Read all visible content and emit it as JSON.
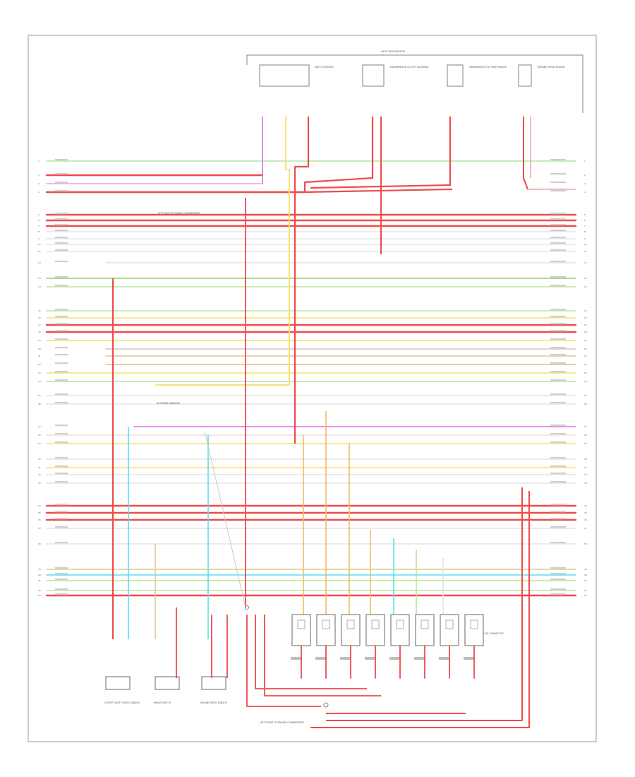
{
  "diagram": {
    "title": "",
    "top_group_label": "AXOD TRANSMISSION",
    "page_code": "",
    "palette": {
      "red": "#f04a4a",
      "light_red": "#f7a0a0",
      "pink": "#f5a0d0",
      "magenta": "#e070e0",
      "green": "#8fd35a",
      "light_green": "#b5e6a0",
      "yellow": "#f5df6a",
      "orange": "#f3b96b",
      "cyan": "#5fdde6",
      "blue": "#7aa4f0",
      "violet": "#8a7ef0",
      "gray": "#c9c9c9",
      "light_gray": "#e3e3e3",
      "tan": "#e0c896",
      "box": "#808080",
      "text": "#707070"
    },
    "top_components": [
      {
        "id": "shift-solenoid",
        "label": "SHIFT SOLENOID"
      },
      {
        "id": "tcc-solenoid",
        "label": "TRANSMISSION CLUTCH SOLENOID"
      },
      {
        "id": "oil-temp-sensor",
        "label": "TRANSMISSION OIL TEMP SENSOR"
      },
      {
        "id": "speed-sensor",
        "label": "TURBINE SPEED SENSOR"
      }
    ],
    "bottom_components": [
      {
        "id": "output-shaft-sensor",
        "label": "OUTPUT SHAFT SPEED SENSOR"
      },
      {
        "id": "brake-switch",
        "label": "BRAKE SWITCH"
      },
      {
        "id": "engine-speed-sensor",
        "label": "ENGINE SPEED SENSOR"
      }
    ],
    "labels": {
      "splice_top": "LEFT SIDE OF ENGINE COMPARTMENT",
      "splice_mid": "IN ENGINE HARNESS",
      "ground_bottom": "LEFT FRONT OF ENGINE COMPARTMENT",
      "connector_bank": "C135 CONNECTOR"
    },
    "rows": [
      {
        "pin": "1",
        "color": "light_green"
      },
      {
        "pin": "2",
        "color": "red"
      },
      {
        "pin": "3",
        "color": "pink"
      },
      {
        "pin": "4",
        "color": "red"
      },
      {
        "pin": "5",
        "color": "red"
      },
      {
        "pin": "6",
        "color": "red"
      },
      {
        "pin": "7",
        "color": "red"
      },
      {
        "pin": "8",
        "color": "light_gray"
      },
      {
        "pin": "9",
        "color": "light_gray"
      },
      {
        "pin": "10",
        "color": "light_gray"
      },
      {
        "pin": "11",
        "color": "light_gray"
      },
      {
        "pin": "12",
        "color": "light_gray"
      },
      {
        "pin": "13",
        "color": "green"
      },
      {
        "pin": "14",
        "color": "light_green"
      },
      {
        "pin": "15",
        "color": "light_green"
      },
      {
        "pin": "16",
        "color": "yellow"
      },
      {
        "pin": "17",
        "color": "red"
      },
      {
        "pin": "18",
        "color": "red"
      },
      {
        "pin": "19",
        "color": "yellow"
      },
      {
        "pin": "20",
        "color": "gray"
      },
      {
        "pin": "21",
        "color": "tan"
      },
      {
        "pin": "22",
        "color": "orange"
      },
      {
        "pin": "23",
        "color": "yellow"
      },
      {
        "pin": "24",
        "color": "light_green"
      },
      {
        "pin": "25",
        "color": "light_gray"
      },
      {
        "pin": "26",
        "color": "light_gray"
      },
      {
        "pin": "27",
        "color": "magenta"
      },
      {
        "pin": "28",
        "color": "light_gray"
      },
      {
        "pin": "29",
        "color": "yellow"
      },
      {
        "pin": "30",
        "color": "light_gray"
      },
      {
        "pin": "31",
        "color": "yellow"
      },
      {
        "pin": "32",
        "color": "light_gray"
      },
      {
        "pin": "33",
        "color": "light_gray"
      },
      {
        "pin": "34",
        "color": "red"
      },
      {
        "pin": "35",
        "color": "red"
      },
      {
        "pin": "36",
        "color": "red"
      },
      {
        "pin": "37",
        "color": "light_gray"
      },
      {
        "pin": "38",
        "color": "light_gray"
      },
      {
        "pin": "39",
        "color": "tan"
      },
      {
        "pin": "40",
        "color": "cyan"
      },
      {
        "pin": "41",
        "color": "light_green"
      },
      {
        "pin": "42",
        "color": "light_green"
      },
      {
        "pin": "43",
        "color": "red"
      }
    ],
    "relays": [
      {
        "id": "R1"
      },
      {
        "id": "R2"
      },
      {
        "id": "R3"
      },
      {
        "id": "R4"
      },
      {
        "id": "R5"
      },
      {
        "id": "R6"
      },
      {
        "id": "R7"
      },
      {
        "id": "R8"
      }
    ]
  }
}
